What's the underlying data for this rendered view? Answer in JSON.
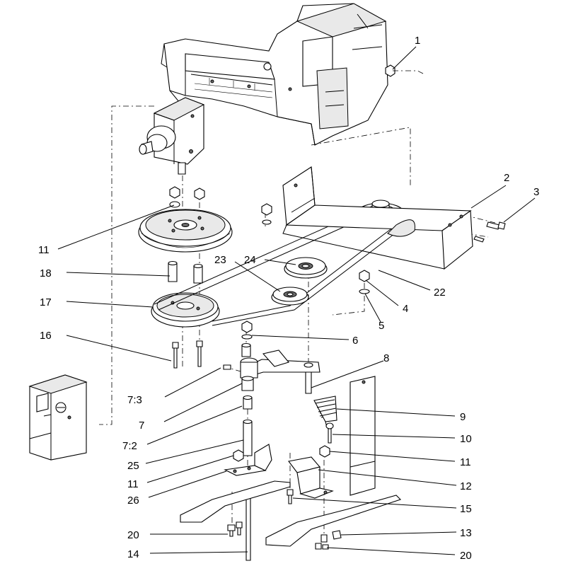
{
  "callouts": {
    "c1": "1",
    "c2": "2",
    "c3": "3",
    "c4": "4",
    "c5": "5",
    "c6": "6",
    "c7": "7",
    "c7_2": "7:2",
    "c7_3": "7:3",
    "c8": "8",
    "c9": "9",
    "c10": "10",
    "c11a": "11",
    "c11b": "11",
    "c11c": "11",
    "c12": "12",
    "c13": "13",
    "c14": "14",
    "c15": "15",
    "c16": "16",
    "c17": "17",
    "c18": "18",
    "c20a": "20",
    "c20b": "20",
    "c22": "22",
    "c23": "23",
    "c24": "24",
    "c25": "25",
    "c26": "26"
  }
}
